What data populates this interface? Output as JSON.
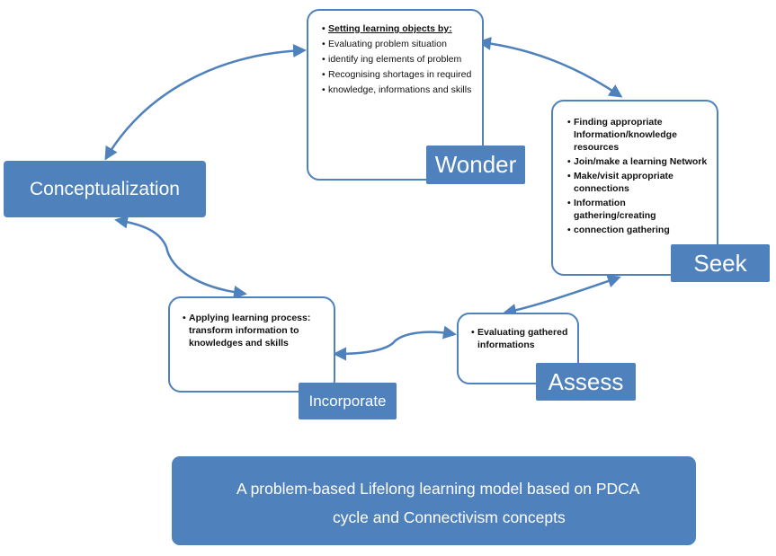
{
  "nodes": {
    "wonder": {
      "label": "Wonder",
      "heading": "Setting learning objects by:",
      "items": [
        "Evaluating problem situation",
        "identify ing elements of problem",
        "Recognising shortages in required",
        "knowledge, informations and skills"
      ]
    },
    "seek": {
      "label": "Seek",
      "items": [
        "Finding appropriate Information/knowledge resources",
        "Join/make a learning Network",
        "Make/visit appropriate connections",
        "Information gathering/creating",
        "connection gathering"
      ]
    },
    "assess": {
      "label": "Assess",
      "items": [
        "Evaluating gathered informations"
      ]
    },
    "incorporate": {
      "label": "Incorporate",
      "items": [
        "Applying learning process: transform information to knowledges and skills"
      ]
    },
    "conceptualization": {
      "label": "Conceptualization"
    }
  },
  "caption": {
    "line1": "A problem-based  Lifelong learning model based on PDCA",
    "line2": "cycle and Connectivism concepts"
  },
  "colors": {
    "accent": "#4f81bd",
    "box_fill": "#ffffff",
    "text": "#111111"
  }
}
